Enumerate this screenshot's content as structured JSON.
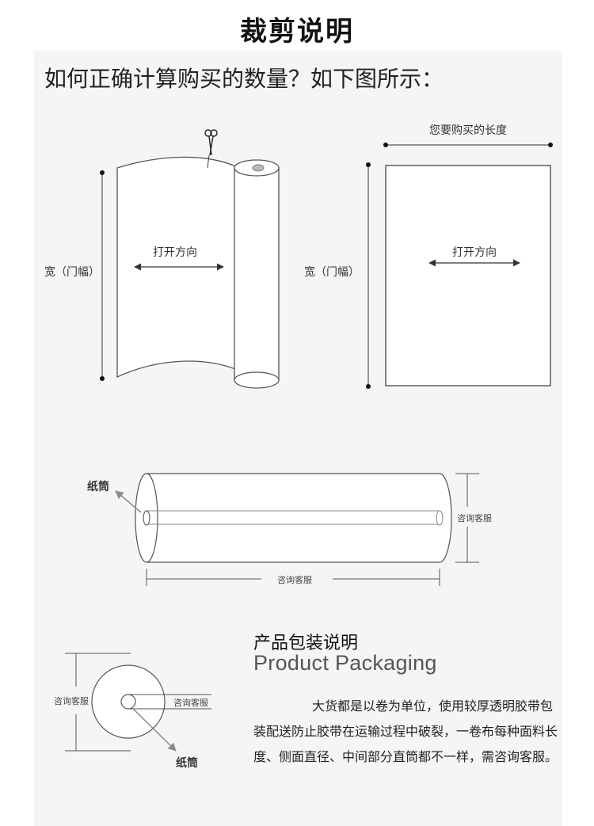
{
  "page_title": "裁剪说明",
  "question": "如何正确计算购买的数量？如下图所示：",
  "diagram1": {
    "width_label": "宽（门幅）",
    "direction_label": "打开方向"
  },
  "diagram2": {
    "length_label": "您要购买的长度",
    "width_label": "宽（门幅）",
    "direction_label": "打开方向"
  },
  "diagram3": {
    "core_label": "纸筒",
    "height_label": "咨询客服",
    "length_label": "咨询客服"
  },
  "packaging": {
    "title_zh": "产品包装说明",
    "title_en": "Product Packaging",
    "description": "大货都是以卷为单位，使用较厚透明胶带包装配送防止胶带在运输过程中破裂，一卷布每种面料长度、侧面直径、中间部分直筒都不一样，需咨询客服。"
  },
  "diagram4": {
    "diameter_label": "咨询客服",
    "core_diameter_label": "咨询客服",
    "core_label": "纸筒"
  }
}
